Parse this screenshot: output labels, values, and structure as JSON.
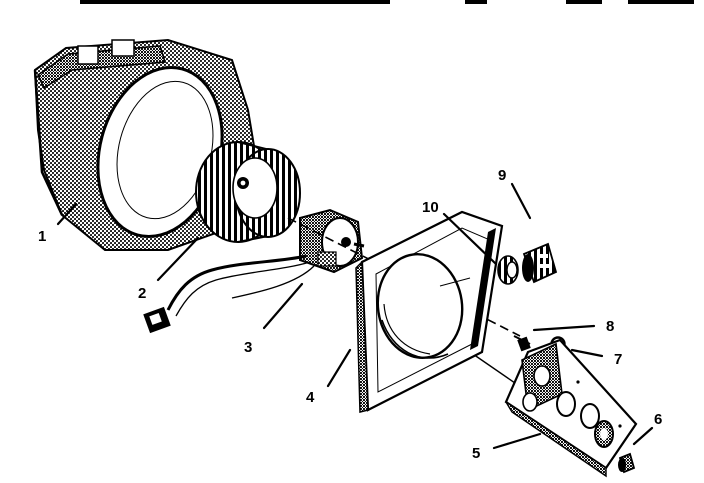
{
  "diagram": {
    "callouts": [
      {
        "id": "1",
        "label": "1"
      },
      {
        "id": "2",
        "label": "2"
      },
      {
        "id": "3",
        "label": "3"
      },
      {
        "id": "4",
        "label": "4"
      },
      {
        "id": "5",
        "label": "5"
      },
      {
        "id": "6",
        "label": "6"
      },
      {
        "id": "7",
        "label": "7"
      },
      {
        "id": "8",
        "label": "8"
      },
      {
        "id": "9",
        "label": "9"
      },
      {
        "id": "10",
        "label": "10"
      }
    ]
  },
  "colors": {
    "ink": "#000000",
    "paper": "#ffffff"
  }
}
